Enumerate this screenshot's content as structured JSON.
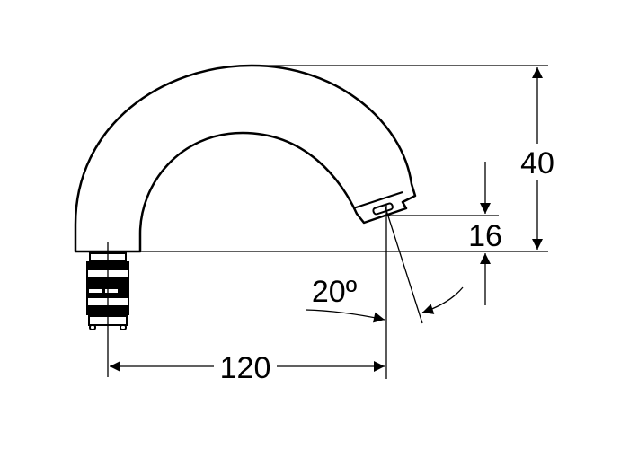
{
  "drawing": {
    "dimensions": {
      "height_total": "40",
      "outlet_height": "16",
      "projection": "120",
      "angle": "20º"
    },
    "colors": {
      "line": "#000000",
      "background": "#ffffff"
    }
  }
}
